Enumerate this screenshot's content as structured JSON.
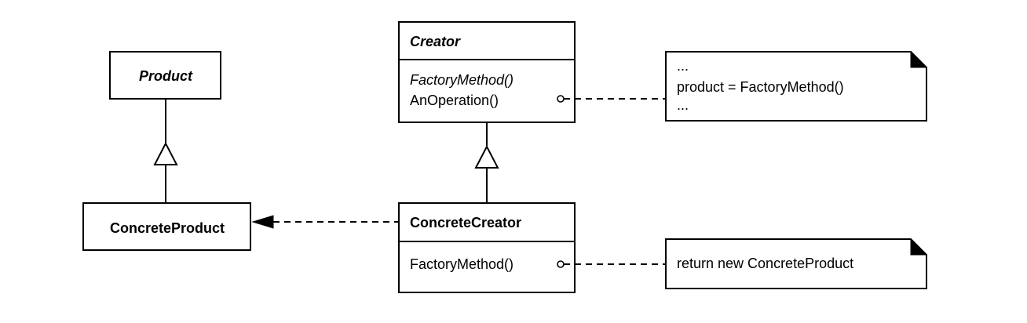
{
  "diagram": {
    "product": {
      "name": "Product"
    },
    "concrete_product": {
      "name": "ConcreteProduct"
    },
    "creator": {
      "name": "Creator",
      "operations": [
        "FactoryMethod()",
        "AnOperation()"
      ]
    },
    "concrete_creator": {
      "name": "ConcreteCreator",
      "operations": [
        "FactoryMethod()"
      ]
    },
    "note_an_operation": {
      "lines": [
        "...",
        "product = FactoryMethod()",
        "..."
      ]
    },
    "note_factory_method": {
      "lines": [
        "return new ConcreteProduct"
      ]
    }
  }
}
